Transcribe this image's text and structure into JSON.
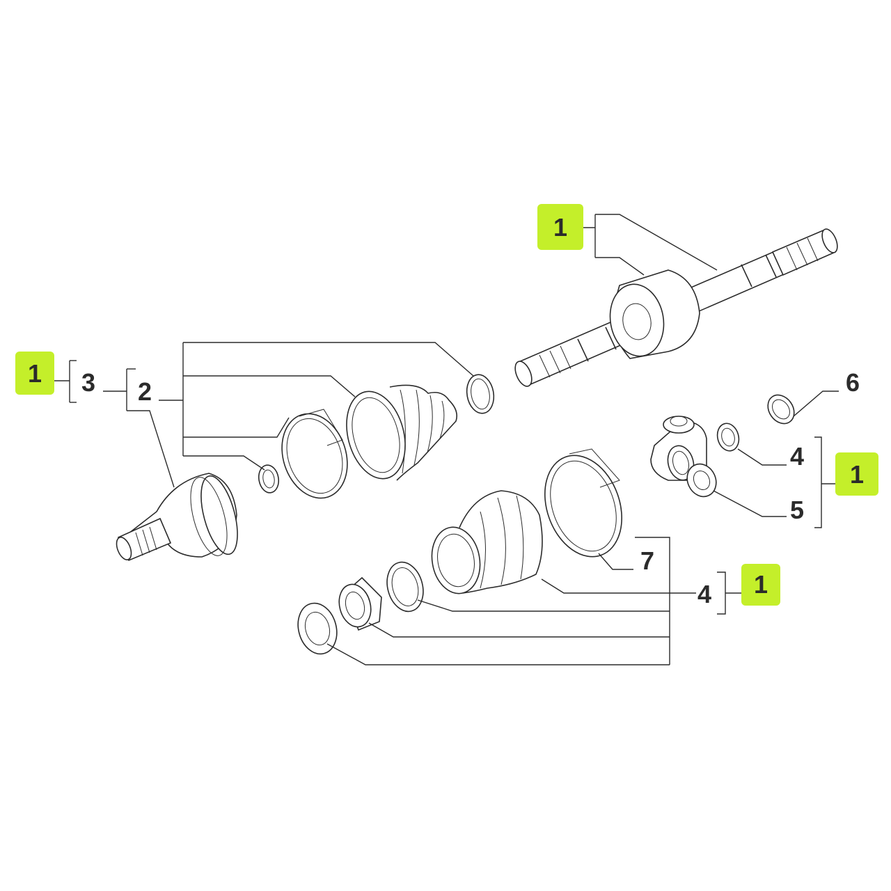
{
  "colors": {
    "badge": "#c4ef2a",
    "line": "#2b2b2b",
    "background": "#ffffff"
  },
  "badges": {
    "top": "1",
    "left": "1",
    "right": "1",
    "bottom": "1"
  },
  "labels": {
    "kit_3": "3",
    "kit_2": "2",
    "tripod_retainer": "6",
    "tripod_circlip": "4",
    "tripod_roller": "5",
    "inner_clamp": "7",
    "inner_kit": "4"
  }
}
